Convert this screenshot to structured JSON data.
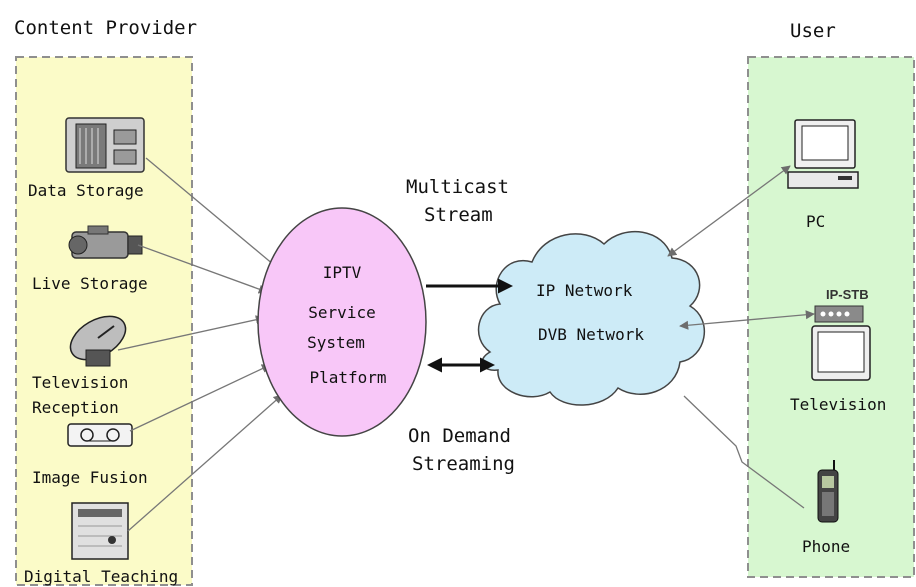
{
  "provider": {
    "title": "Content Provider",
    "sources": [
      {
        "label": "Data Storage",
        "icon": "server-rack-icon"
      },
      {
        "label": "Live Storage",
        "icon": "video-camera-icon"
      },
      {
        "label_line1": "Television",
        "label_line2": "Reception",
        "icon": "satellite-dish-icon"
      },
      {
        "label": "Image Fusion",
        "icon": "video-tape-icon"
      },
      {
        "label": "Digital Teaching",
        "icon": "teaching-screen-icon"
      }
    ]
  },
  "platform": {
    "line1": "IPTV",
    "line2": "Service",
    "line3": "System",
    "line4": "Platform"
  },
  "network": {
    "line1": "IP Network",
    "line2": "DVB Network"
  },
  "links": {
    "multicast_line1": "Multicast",
    "multicast_line2": "Stream",
    "ondemand_line1": "On Demand",
    "ondemand_line2": "Streaming"
  },
  "user": {
    "title": "User",
    "devices": [
      {
        "label": "PC",
        "icon": "computer-icon"
      },
      {
        "label": "Television",
        "icon": "television-icon",
        "badge": "IP-STB"
      },
      {
        "label": "Phone",
        "icon": "mobile-phone-icon"
      }
    ]
  },
  "colors": {
    "provider_panel": "#fbfbc8",
    "user_panel": "#d7f7d0",
    "panel_border": "#8f8f8f",
    "platform_fill": "#f8c7f8",
    "network_fill": "#cdebf7",
    "arrow": "#777777"
  }
}
